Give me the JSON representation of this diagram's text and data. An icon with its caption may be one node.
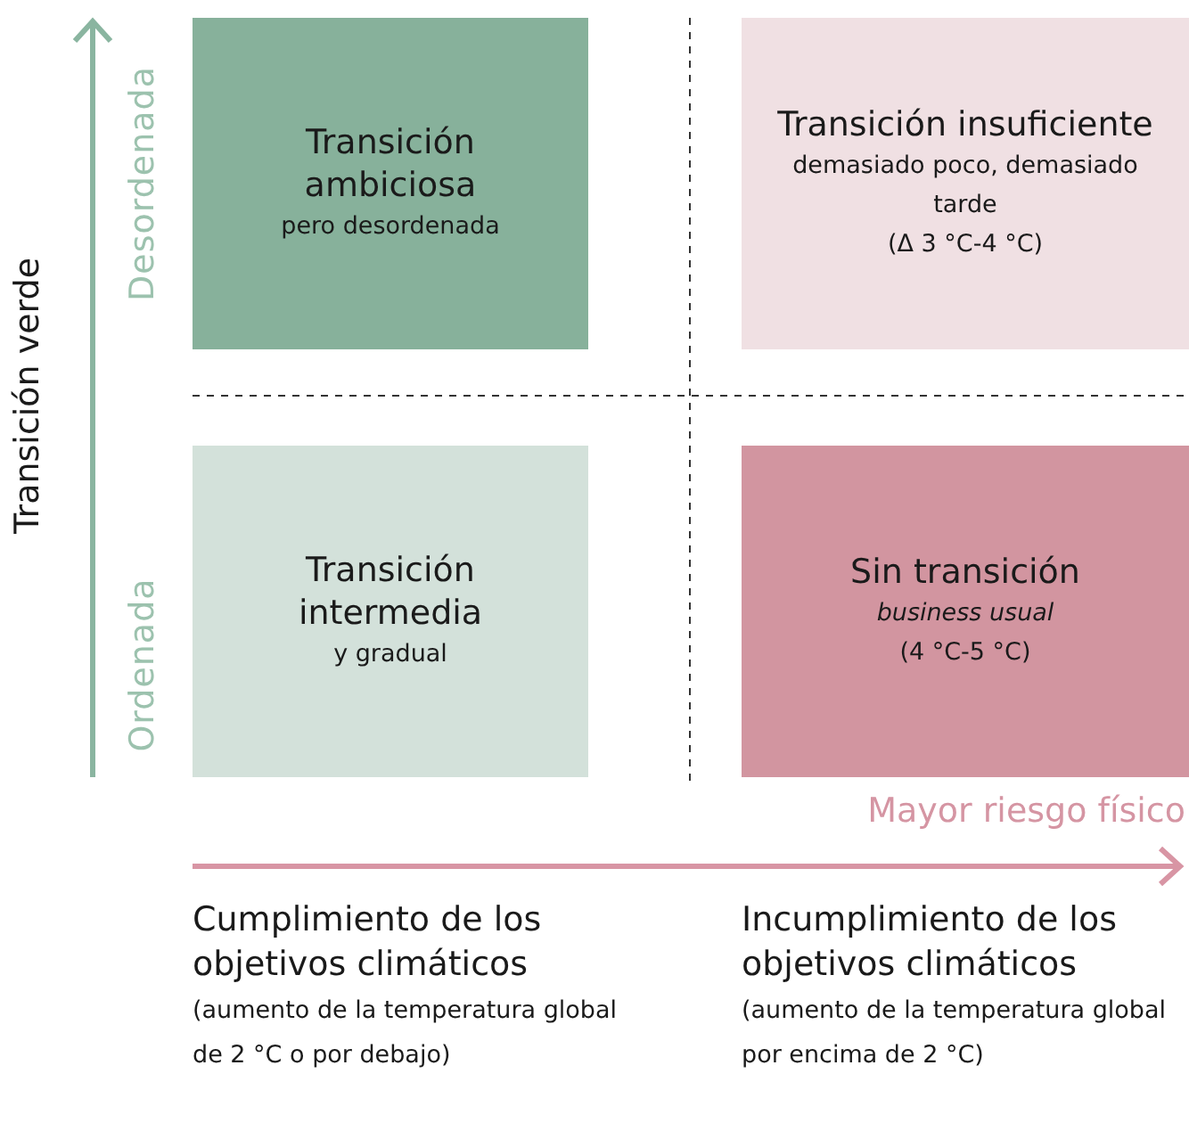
{
  "diagram": {
    "nodes": [
      {
        "text": [
          "Transición ambiciosa",
          "pero desordenada"
        ]
      },
      {
        "text": [
          "Transición insuficiente",
          "demasiado poco, demasiado tarde",
          "(Δ 3 °C-4 °C)"
        ]
      },
      {
        "text": [
          "Transición intermedia",
          "y gradual"
        ]
      },
      {
        "text": [
          "Sin transición",
          "business usual",
          "(4 °C-5 °C)"
        ]
      }
    ],
    "edges": [],
    "labels": [
      "Transición verde",
      "Desordenada",
      "Ordenada",
      "Mayor riesgo físico",
      "Cumplimiento de los objetivos climáticos",
      "(aumento de la temperatura global de 2 °C o por debajo)",
      "Incumplimiento de los objetivos climáticos",
      "(aumento de la temperatura global por encima de 2 °C)"
    ]
  }
}
